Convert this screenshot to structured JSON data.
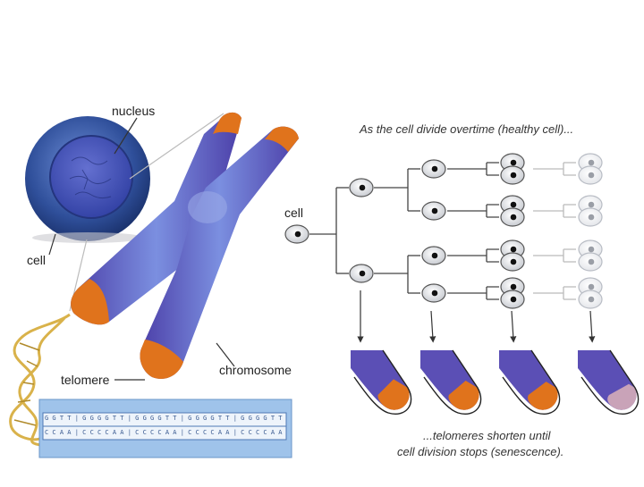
{
  "labels": {
    "nucleus": "nucleus",
    "cell_left": "cell",
    "telomere": "telomere",
    "chromosome": "chromosome",
    "cell_tree": "cell"
  },
  "captions": {
    "top": "As the cell divide overtime (healthy cell)...",
    "bottom_line1": "...telomeres shorten until",
    "bottom_line2": "cell division stops (senescence)."
  },
  "dna_strip": {
    "top_sequence": "G G T T | G G G G T T | G G G G T T | G G G G T T | G G G G T T",
    "bottom_sequence": "C C A A | C C C C A A | C C C C A A | C C C C A A | C C C C A A"
  },
  "telomere_levels": [
    0.55,
    0.42,
    0.32,
    0.1
  ],
  "colors": {
    "chromosome": "#5b4fb5",
    "chromosome_light": "#7a8fd8",
    "telomere": "#e0731c",
    "cell_outer": "#2a4a8c",
    "cell_nucleus": "#3f4fb8",
    "dna_gold": "#d9b24a",
    "strip_blue": "#9fc3ea"
  }
}
